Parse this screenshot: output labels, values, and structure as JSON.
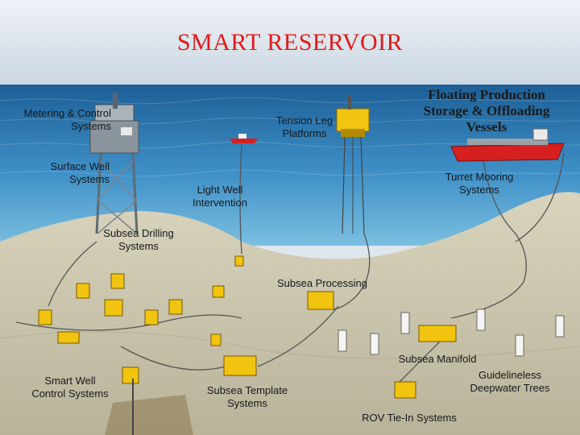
{
  "title": "SMART RESERVOIR",
  "colors": {
    "title": "#e21a1a",
    "ocean_deep": "#1c6fa8",
    "ocean_light": "#5aa9d8",
    "seabed": "#c9c4ad",
    "equipment": "#f1c40f",
    "ship_hull": "#d62020"
  },
  "labels": {
    "metering": "Metering & Control\nSystems",
    "tension_leg": "Tension Leg\nPlatforms",
    "fpso": "Floating Production\nStorage & Offloading\nVessels",
    "surface_well": "Surface Well\nSystems",
    "turret": "Turret Mooring\nSystems",
    "light_well": "Light Well\nIntervention",
    "subsea_drilling": "Subsea Drilling\nSystems",
    "subsea_processing": "Subsea Processing",
    "subsea_manifold": "Subsea Manifold",
    "guidelineless": "Guidelineless\nDeepwater Trees",
    "smart_well": "Smart Well\nControl Systems",
    "subsea_template": "Subsea Template\nSystems",
    "rov": "ROV Tie-In Systems"
  },
  "icons": {
    "platform": "offshore-platform-icon",
    "tlp": "tension-leg-platform-icon",
    "ship": "fpso-ship-icon",
    "subsea_unit": "subsea-unit-icon"
  }
}
